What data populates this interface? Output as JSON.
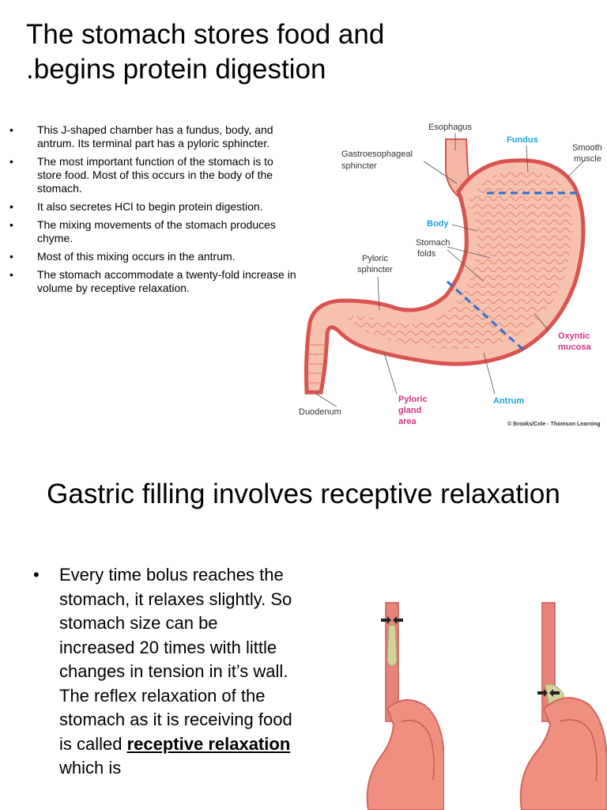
{
  "slide1": {
    "title_line1": "The stomach stores food and",
    "title_line2": ".begins protein digestion",
    "bullets": [
      "This J-shaped chamber has a fundus, body, and antrum.  Its terminal part has a pyloric sphincter.",
      "The most important function of the stomach is to store food.  Most of this occurs in the body of the stomach.",
      "It also secretes HCl to begin protein digestion.",
      "The mixing movements of the stomach produces chyme.",
      "Most of this mixing occurs in the antrum.",
      "The stomach accommodate a twenty-fold increase in volume by receptive relaxation."
    ],
    "diagram": {
      "esophagus": "Esophagus",
      "fundus": "Fundus",
      "smooth_muscle_1": "Smooth",
      "smooth_muscle_2": "muscle",
      "gastro_1": "Gastroesophageal",
      "gastro_2": "sphincter",
      "body": "Body",
      "stomach_folds_1": "Stomach",
      "stomach_folds_2": "folds",
      "pyloric_sphincter_1": "Pyloric",
      "pyloric_sphincter_2": "sphincter",
      "oxyntic_1": "Oxyntic",
      "oxyntic_2": "mucosa",
      "duodenum": "Duodenum",
      "pyloric_gland_1": "Pyloric",
      "pyloric_gland_2": "gland",
      "pyloric_gland_3": "area",
      "antrum": "Antrum",
      "credit": "© Brooks/Cole - Thomson Learning"
    },
    "colors": {
      "cyan_label": "#1fa3d8",
      "magenta_label": "#d63384",
      "stomach": "#f2a58e",
      "wall": "#d9544f"
    }
  },
  "slide2": {
    "title": "Gastric filling involves receptive relaxation",
    "text_before": "Every time bolus reaches the stomach, it relaxes slightly. So stomach size can be increased 20 times with little changes in tension in it’s wall. The reflex relaxation of the stomach as it is receiving food is called ",
    "bold_term": "receptive relaxation ",
    "text_after": "which is"
  }
}
